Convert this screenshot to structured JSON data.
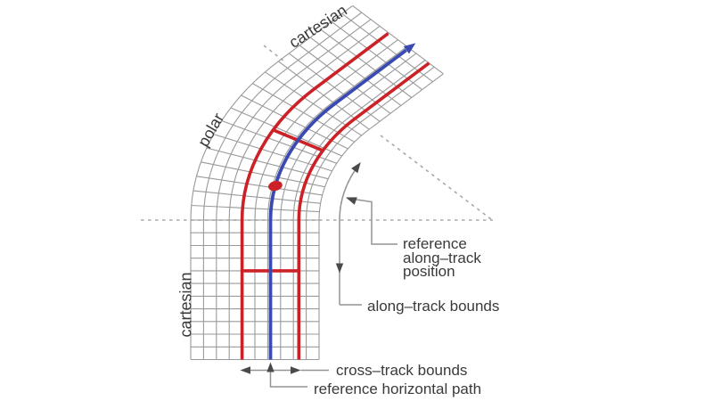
{
  "diagram": {
    "title_hint": "curved track corridor with coordinate sections",
    "section_labels": {
      "top": "cartesian",
      "middle": "polar",
      "bottom": "cartesian"
    },
    "annotations": {
      "reference_along_track_position": "reference\nalong–track\nposition",
      "along_track_bounds": "along–track bounds",
      "cross_track_bounds": "cross–track bounds",
      "reference_horizontal_path": "reference horizontal path"
    },
    "colors": {
      "bound_red": "#cc2127",
      "path_blue": "#3a4ab0",
      "grid_gray": "#9a9a9a",
      "dash_gray": "#a8a8a8",
      "annotation_gray": "#949494",
      "arrowhead_gray": "#4a4a4a",
      "text_gray": "#3a3a3a"
    }
  }
}
